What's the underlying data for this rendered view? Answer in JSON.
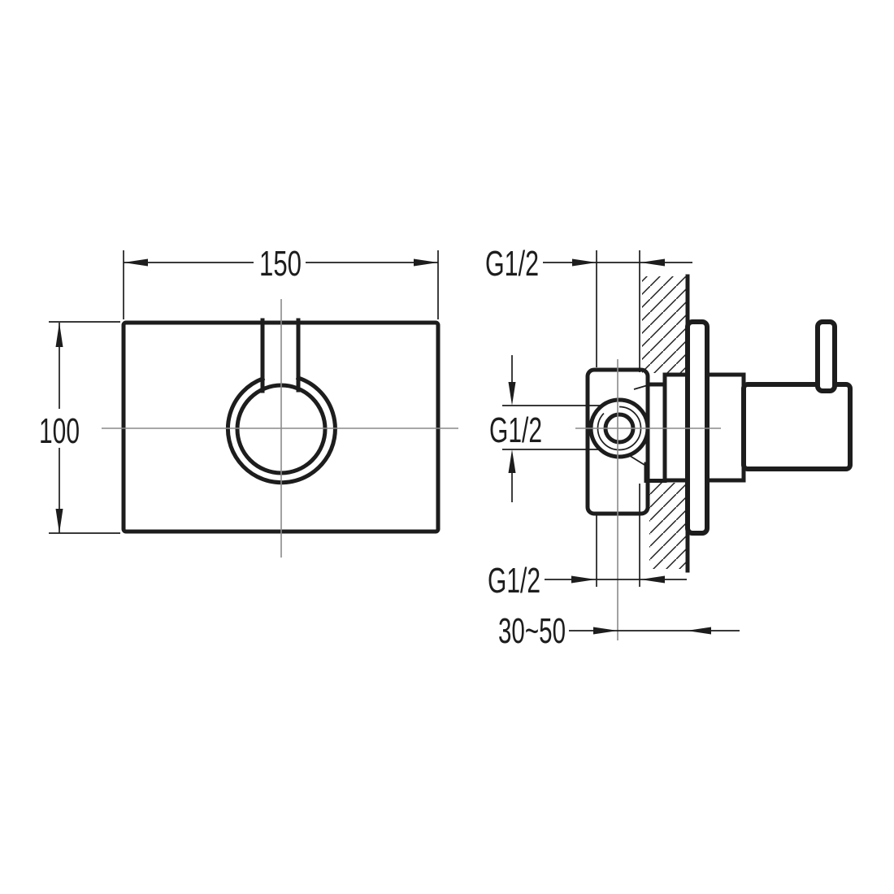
{
  "drawing": {
    "type": "technical-installation-drawing",
    "subject": "concealed-shower-valve-two-views",
    "colors": {
      "line": "#1d1d1d",
      "centerline": "#8a8a8a",
      "background": "#ffffff"
    },
    "front_view": {
      "width_dimension": {
        "label": "150"
      },
      "height_dimension": {
        "label": "100"
      }
    },
    "side_view": {
      "top_port_thread": {
        "label": "G1/2"
      },
      "side_port_thread": {
        "label": "G1/2"
      },
      "bottom_port_thread": {
        "label": "G1/2"
      },
      "installation_depth": {
        "label": "30~50"
      }
    }
  }
}
